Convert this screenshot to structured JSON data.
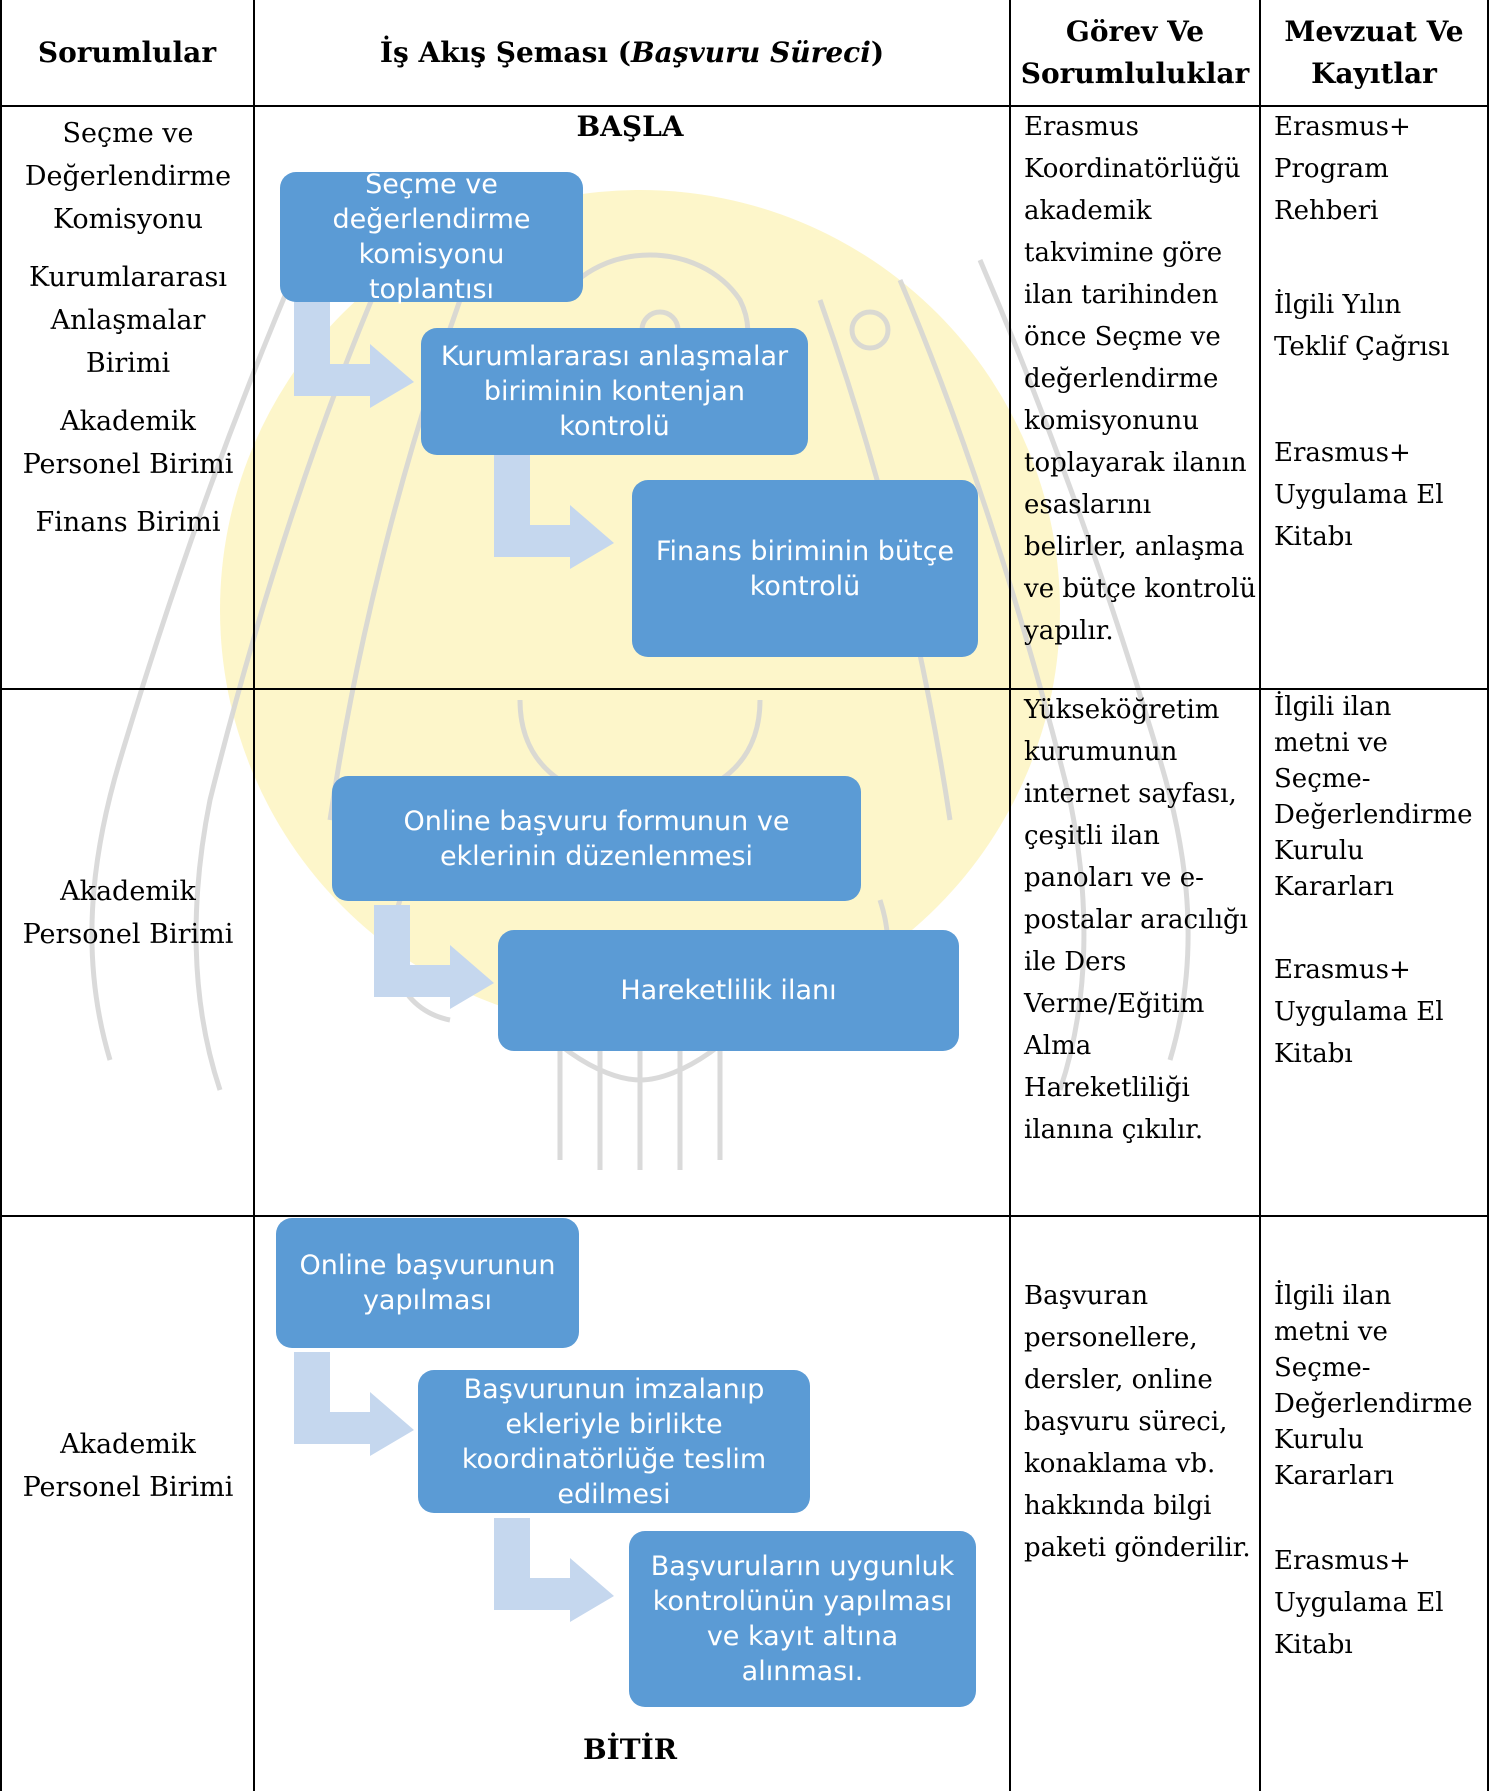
{
  "headers": {
    "responsible": "Sorumlular",
    "flow_prefix": "İş Akış Şeması (",
    "flow_italic": "Başvuru Süreci",
    "flow_suffix": ")",
    "duties_line1": "Görev Ve",
    "duties_line2": "Sorumluluklar",
    "regulations_line1": "Mevzuat Ve",
    "regulations_line2": "Kayıtlar"
  },
  "start_label": "BAŞLA",
  "end_label": "BİTİR",
  "rows": [
    {
      "responsible": [
        "Seçme ve Değerlendirme Komisyonu",
        "Kurumlararası Anlaşmalar Birimi",
        "Akademik Personel Birimi",
        "Finans Birimi"
      ],
      "steps": [
        "Seçme ve değerlendirme komisyonu toplantısı",
        "Kurumlararası anlaşmalar biriminin kontenjan kontrolü",
        "Finans biriminin bütçe kontrolü"
      ],
      "duties": "Erasmus Koordinatörlüğü akademik takvimine göre ilan tarihinden önce Seçme ve değerlendirme komisyonunu toplayarak ilanın esaslarını belirler, anlaşma ve bütçe kontrolü yapılır.",
      "regulations": [
        "Erasmus+ Program Rehberi",
        "İlgili Yılın Teklif Çağrısı",
        "Erasmus+ Uygulama El Kitabı"
      ]
    },
    {
      "responsible": [
        "Akademik Personel Birimi"
      ],
      "steps": [
        "Online başvuru formunun ve eklerinin düzenlenmesi",
        "Hareketlilik ilanı"
      ],
      "duties": "Yükseköğretim kurumunun internet sayfası, çeşitli ilan panoları ve e-postalar aracılığı ile Ders Verme/Eğitim Alma Hareketliliği ilanına çıkılır.",
      "regulations": [
        "İlgili ilan metni ve Seçme-Değerlendirme Kurulu Kararları",
        "Erasmus+ Uygulama El Kitabı"
      ]
    },
    {
      "responsible": [
        "Akademik Personel Birimi"
      ],
      "steps": [
        "Online başvurunun yapılması",
        "Başvurunun imzalanıp ekleriyle birlikte koordinatörlüğe teslim edilmesi",
        "Başvuruların uygunluk kontrolünün yapılması ve kayıt altına alınması."
      ],
      "duties": "Başvuran personellere, dersler, online başvuru süreci, konaklama vb. hakkında bilgi paketi gönderilir.",
      "regulations": [
        "İlgili ilan metni ve Seçme-Değerlendirme Kurulu Kararları",
        "Erasmus+ Uygulama El Kitabı"
      ]
    }
  ]
}
